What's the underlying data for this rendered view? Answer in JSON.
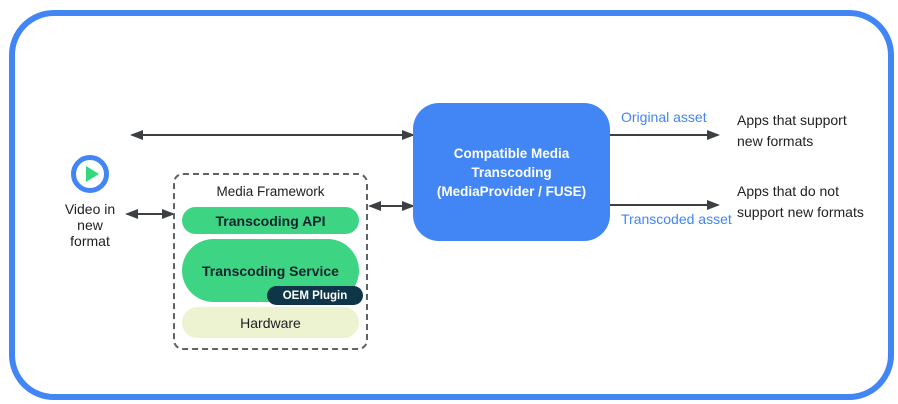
{
  "colors": {
    "frame_blue": "#4285F4",
    "transcoder_blue": "#4285F4",
    "layer_green": "#3DD583",
    "play_triangle_green": "#34D87C",
    "hardware_pale": "#EDF3D1",
    "oem_navy": "#0F3549",
    "arrow_gray": "#3C4043",
    "asset_label_blue": "#4285F4",
    "text_dark": "#202124"
  },
  "source": {
    "label": "Video in\nnew\nformat",
    "icon": "play-icon"
  },
  "media_framework": {
    "title": "Media Framework",
    "layers": [
      {
        "label": "Transcoding API"
      },
      {
        "label": "Transcoding Service",
        "badge": "OEM Plugin"
      },
      {
        "label": "Hardware"
      }
    ]
  },
  "transcoder": {
    "title": "Compatible Media\nTranscoding",
    "subtitle": "(MediaProvider / FUSE)"
  },
  "outputs": [
    {
      "label": "Original asset",
      "target": "Apps that support\nnew formats"
    },
    {
      "label": "Transcoded asset",
      "target": "Apps that do not\nsupport new formats"
    }
  ]
}
